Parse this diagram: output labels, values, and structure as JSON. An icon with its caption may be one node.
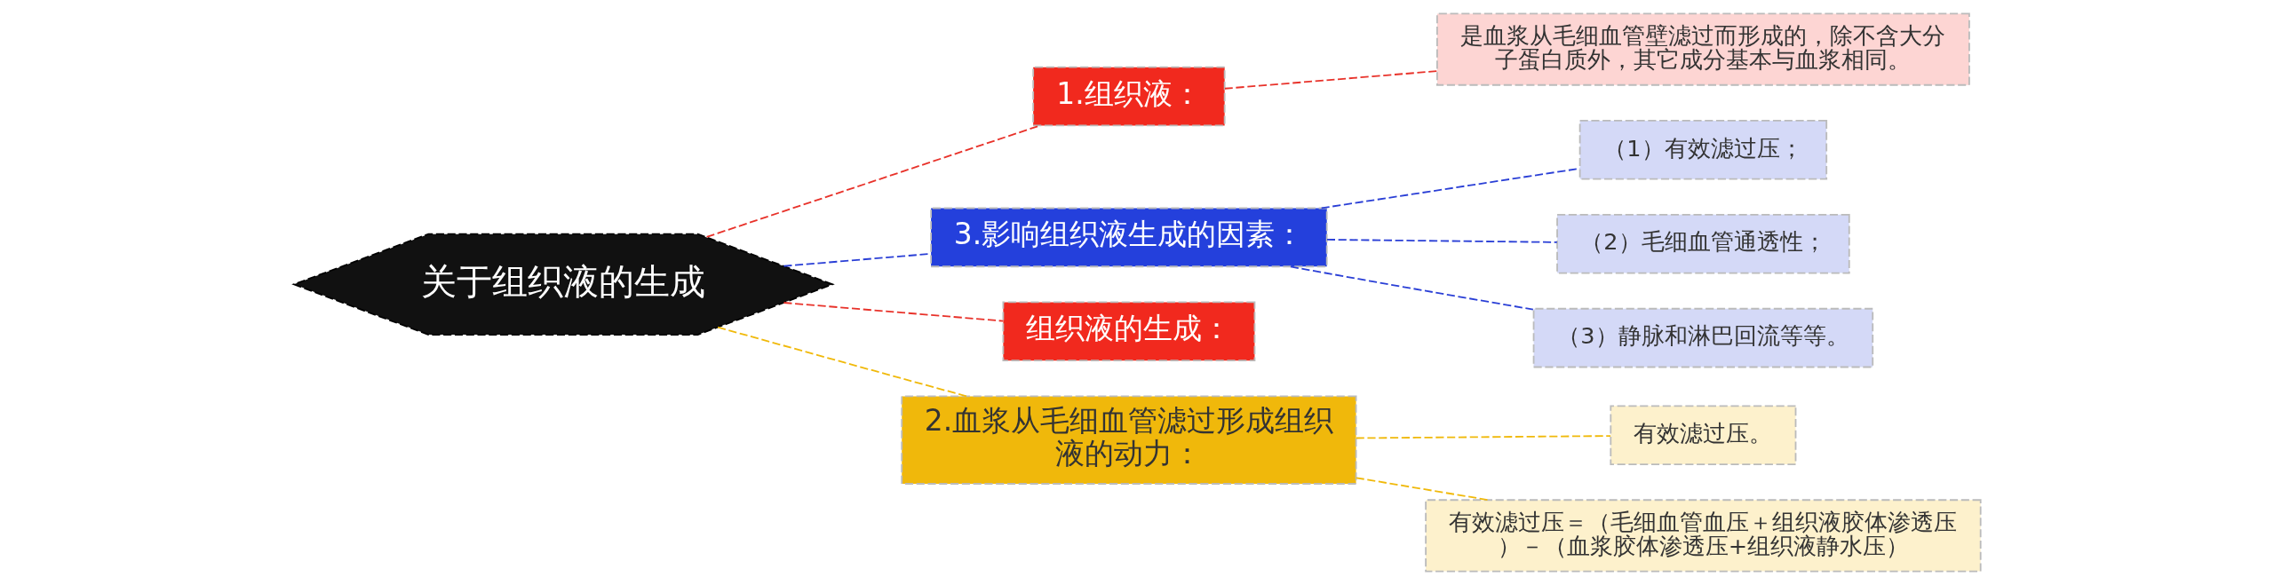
{
  "diagram": {
    "nodes": [
      {
        "text": [
          "关于组织液的生成"
        ]
      },
      {
        "text": [
          "1.组织液："
        ]
      },
      {
        "text": [
          "是血浆从毛细血管壁滤过而形成的，除不含大分子蛋白质外，其它成分基本与血浆相同。"
        ]
      },
      {
        "text": [
          "3.影响组织液生成的因素："
        ]
      },
      {
        "text": [
          "（1）有效滤过压；"
        ]
      },
      {
        "text": [
          "（2）毛细血管通透性；"
        ]
      },
      {
        "text": [
          "（3）静脉和淋巴回流等等。"
        ]
      },
      {
        "text": [
          "组织液的生成："
        ]
      },
      {
        "text": [
          "2.血浆从毛细血管滤过形成组织液的动力："
        ]
      },
      {
        "text": [
          "有效滤过压。"
        ]
      },
      {
        "text": [
          "有效滤过压＝（毛细血管血压＋组织液胶体渗透压）－（血浆胶体渗透压+组织液静水压）"
        ]
      }
    ],
    "edges": [
      {
        "from": 0,
        "to": 1,
        "arrow": "none",
        "style": "dashed",
        "color": "#e8322a"
      },
      {
        "from": 1,
        "to": 2,
        "arrow": "none",
        "style": "dashed",
        "color": "#e8322a"
      },
      {
        "from": 0,
        "to": 3,
        "arrow": "none",
        "style": "dashed",
        "color": "#2a3fd6"
      },
      {
        "from": 3,
        "to": 4,
        "arrow": "none",
        "style": "dashed",
        "color": "#2a3fd6"
      },
      {
        "from": 3,
        "to": 5,
        "arrow": "none",
        "style": "dashed",
        "color": "#2a3fd6"
      },
      {
        "from": 3,
        "to": 6,
        "arrow": "none",
        "style": "dashed",
        "color": "#2a3fd6"
      },
      {
        "from": 0,
        "to": 7,
        "arrow": "none",
        "style": "dashed",
        "color": "#e8322a"
      },
      {
        "from": 0,
        "to": 8,
        "arrow": "none",
        "style": "dashed",
        "color": "#f0b90b"
      },
      {
        "from": 8,
        "to": 9,
        "arrow": "none",
        "style": "dashed",
        "color": "#f0b90b"
      },
      {
        "from": 8,
        "to": 10,
        "arrow": "none",
        "style": "dashed",
        "color": "#f0b90b"
      }
    ]
  }
}
